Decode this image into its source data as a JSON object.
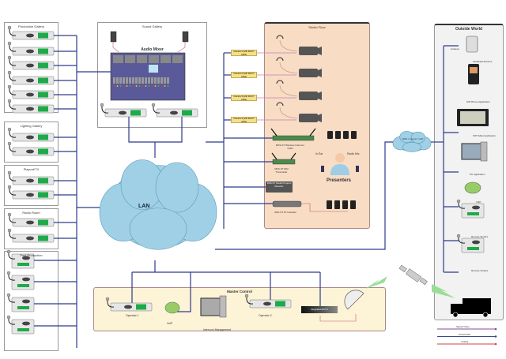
{
  "groups": {
    "production_gallery": "Production Gallery",
    "lighting_gallery": "Lighting Gallery",
    "playout": "Playout/TX",
    "radio_room": "Radio Room",
    "post_production": "Post Production",
    "sound_gallery": "Sound Gallery",
    "studio_floor": "Studio Floor",
    "outside_world": "Outside World",
    "master_control": "Master Control"
  },
  "sound_gallery": {
    "mixer": "Audio Mixer"
  },
  "lan": "LAN",
  "cloud_voip": "ISDN / Internet / VoIP",
  "studio_floor": {
    "camera_labels": [
      "Camera 1 (with 4W-2Y cable)",
      "Camera 2 (with 4W-2Y cable)",
      "Camera 3 (with 4W-2Y cable)",
      "Camera 4 (with 4W-2Y cable)"
    ],
    "wireless_intercom": "RDS-ST Wireless Intercom Tx/Rx",
    "transmitter": "RDS-ST IEM Transmitter",
    "program_receiver": "RDS-ST Studio Program Receiver",
    "pl_interface": "ARS-ST PL Interface",
    "in_ear": "In Ear",
    "radio_mic": "Radio Mic",
    "presenters": "Presenters"
  },
  "outside_world": {
    "items": [
      "Handheld Devices",
      "SIP Phone Application",
      "SIP Tablet Application",
      "PC Application",
      "VoIP",
      "Remote Studios",
      "Remote Studios"
    ],
    "link": "wireless"
  },
  "master_control": {
    "operator1": "Operator 1",
    "voip": "VoIP",
    "intercom_management": "Intercom Management",
    "operator2": "Operator 2",
    "integrated": "Integrated Rx/Tx"
  },
  "legend": [
    {
      "label": "Signal Video",
      "color": "#8a4a9a"
    },
    {
      "label": "4CSU/VoIP",
      "color": "#3a4a9a"
    },
    {
      "label": "Analog",
      "color": "#d04050"
    }
  ],
  "colors": {
    "bus": "#2e3a8c",
    "analog": "#c06070",
    "studio_floor": "#f8dcc4",
    "master_control": "#fdf3d6",
    "panel_green": "#1faa4a"
  }
}
